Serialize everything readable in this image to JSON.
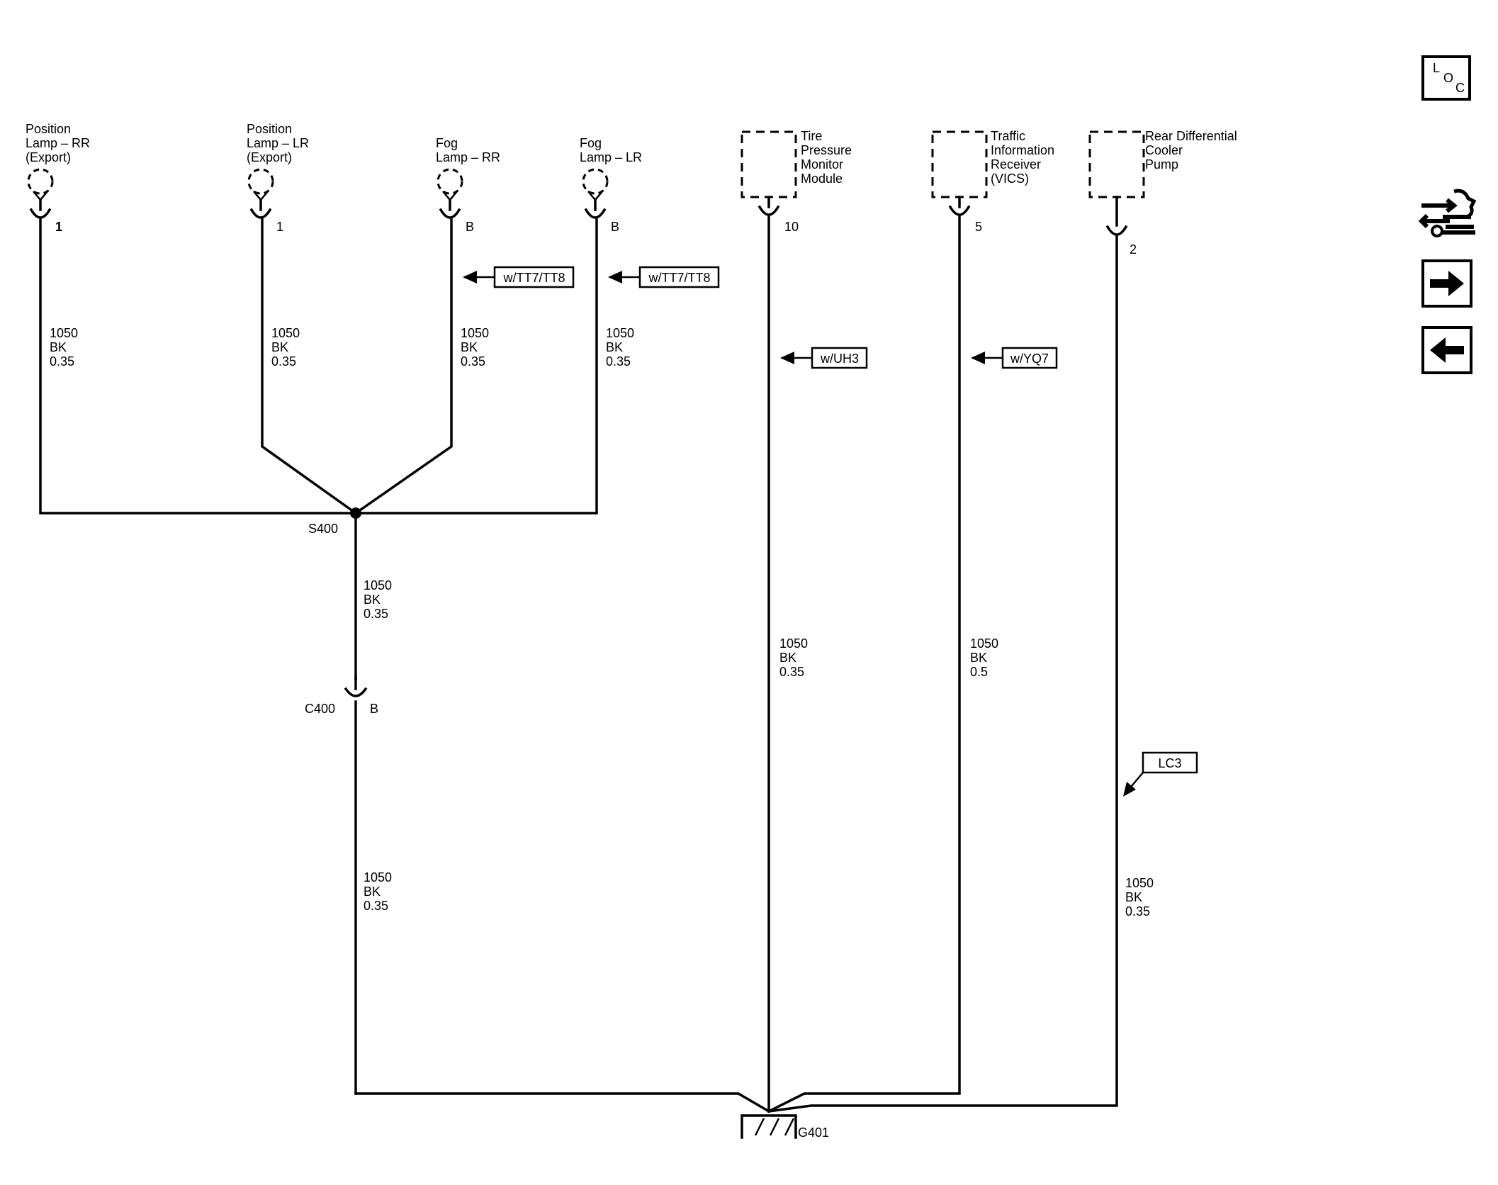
{
  "components": {
    "pos_rr": [
      "Position",
      "Lamp – RR",
      "(Export)"
    ],
    "pos_lr": [
      "Position",
      "Lamp – LR",
      "(Export)"
    ],
    "fog_rr": [
      "Fog",
      "Lamp – RR"
    ],
    "fog_lr": [
      "Fog",
      "Lamp – LR"
    ],
    "tpm": [
      "Tire",
      "Pressure",
      "Monitor",
      "Module"
    ],
    "tir": [
      "Traffic",
      "Information",
      "Receiver",
      "(VICS)"
    ],
    "rdc": [
      "Rear Differential",
      "Cooler",
      "Pump"
    ]
  },
  "pins": {
    "pos_rr": "1",
    "pos_lr": "1",
    "fog_rr": "B",
    "fog_lr": "B",
    "tpm": "10",
    "tir": "5",
    "rdc": "2",
    "c400": "B"
  },
  "wire_label": {
    "circuit": "1050",
    "color": "BK",
    "size_035": "0.35",
    "size_05": "0.5"
  },
  "options": {
    "fog_rr": "w/TT7/TT8",
    "fog_lr": "w/TT7/TT8",
    "tpm": "w/UH3",
    "tir": "w/YQ7",
    "rdc": "LC3"
  },
  "splice": "S400",
  "connector": "C400",
  "ground": "G401",
  "nav": {
    "loc_letters": [
      "L",
      "O",
      "C"
    ]
  }
}
